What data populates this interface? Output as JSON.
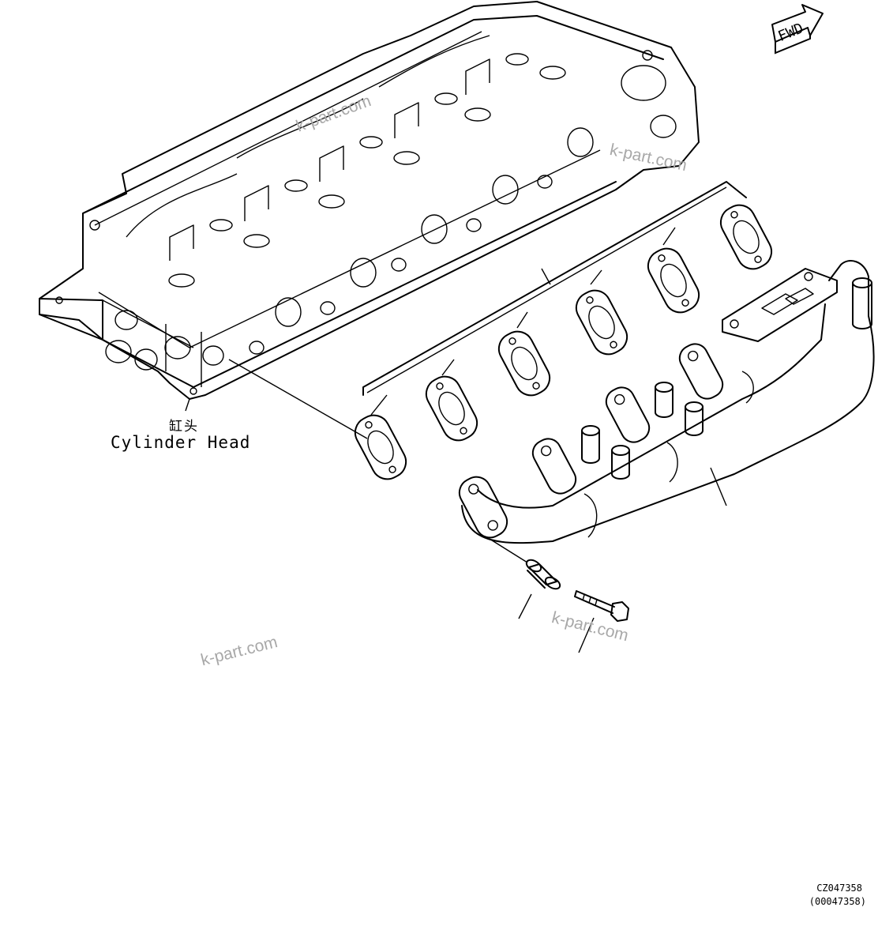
{
  "labels": {
    "cylinder_head_cn": "缸头",
    "cylinder_head_en": "Cylinder Head",
    "direction": "FWD"
  },
  "watermarks": [
    "k-part.com",
    "k-part.com",
    "k-part.com",
    "k-part.com"
  ],
  "drawing_codes": {
    "primary": "CZ047358",
    "secondary": "(00047358)"
  }
}
